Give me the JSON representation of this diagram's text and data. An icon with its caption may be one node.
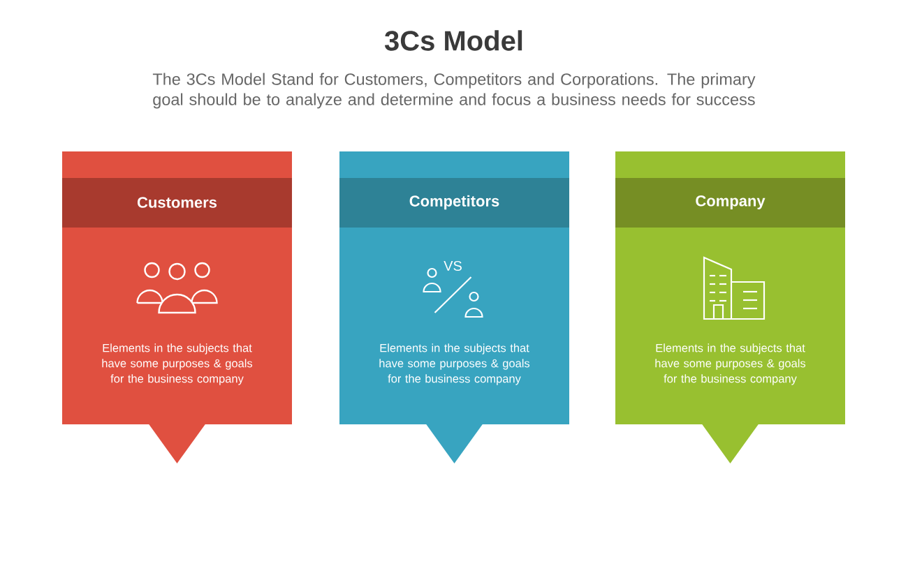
{
  "diagram": {
    "title": "3Cs Model",
    "caption": "The 3Cs Model Stand for Customers, Competitors and Corporations. The primary goal should be to analyze and determine and focus a business needs for success",
    "nodes": [
      {
        "text": [
          "Customers",
          "Elements in the subjects that have some purposes & goals for the business company"
        ]
      },
      {
        "text": [
          "Competitors",
          "Elements in the subjects that have some purposes & goals for the business company"
        ]
      },
      {
        "text": [
          "Company",
          "Elements in the subjects that have some purposes & goals for the business company"
        ]
      }
    ],
    "labels": [
      "VS"
    ]
  }
}
